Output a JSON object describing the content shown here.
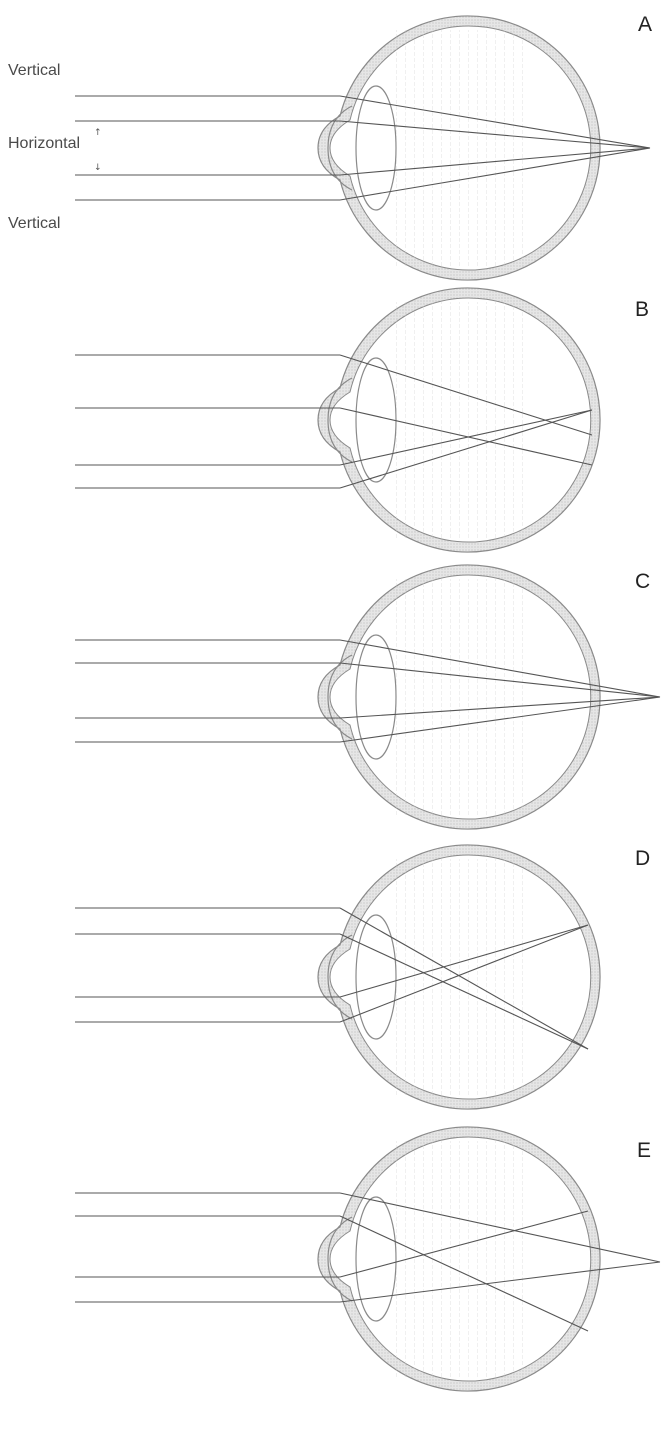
{
  "panels": [
    {
      "id": "A",
      "label": "A"
    },
    {
      "id": "B",
      "label": "B"
    },
    {
      "id": "C",
      "label": "C"
    },
    {
      "id": "D",
      "label": "D"
    },
    {
      "id": "E",
      "label": "E"
    }
  ],
  "annotations": {
    "vertical_top": "Vertical",
    "horizontal": "Horizontal",
    "vertical_bottom": "Vertical"
  },
  "colors": {
    "eye_wall": "#bdbdbd",
    "eye_outline": "#8a8a8a",
    "ray": "#555555",
    "vitreous_hatch": "#d9d9d9"
  }
}
